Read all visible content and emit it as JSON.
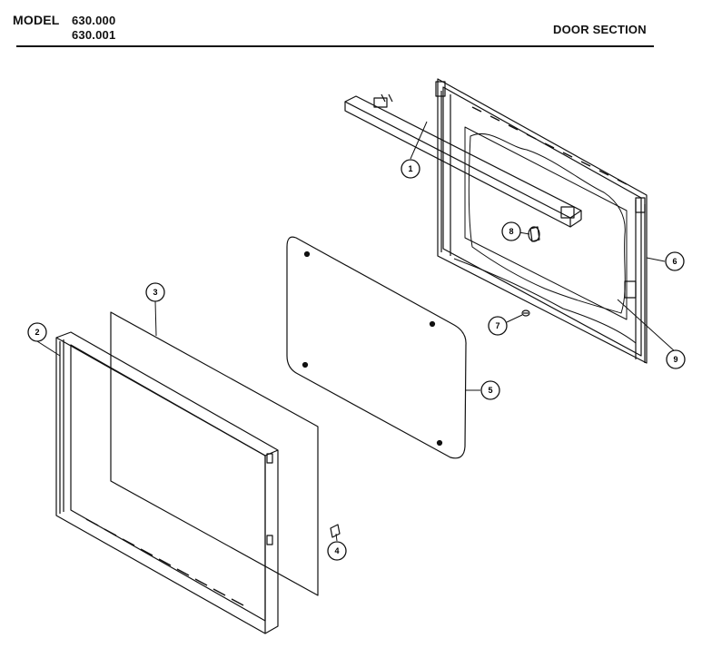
{
  "header": {
    "model_label": "MODEL",
    "model_numbers": [
      "630.000",
      "630.001"
    ],
    "section_title": "DOOR SECTION"
  },
  "callouts": [
    {
      "id": "1",
      "label": "1"
    },
    {
      "id": "2",
      "label": "2"
    },
    {
      "id": "3",
      "label": "3"
    },
    {
      "id": "4",
      "label": "4"
    },
    {
      "id": "5",
      "label": "5"
    },
    {
      "id": "6",
      "label": "6"
    },
    {
      "id": "7",
      "label": "7"
    },
    {
      "id": "8",
      "label": "8"
    },
    {
      "id": "9",
      "label": "9"
    }
  ]
}
